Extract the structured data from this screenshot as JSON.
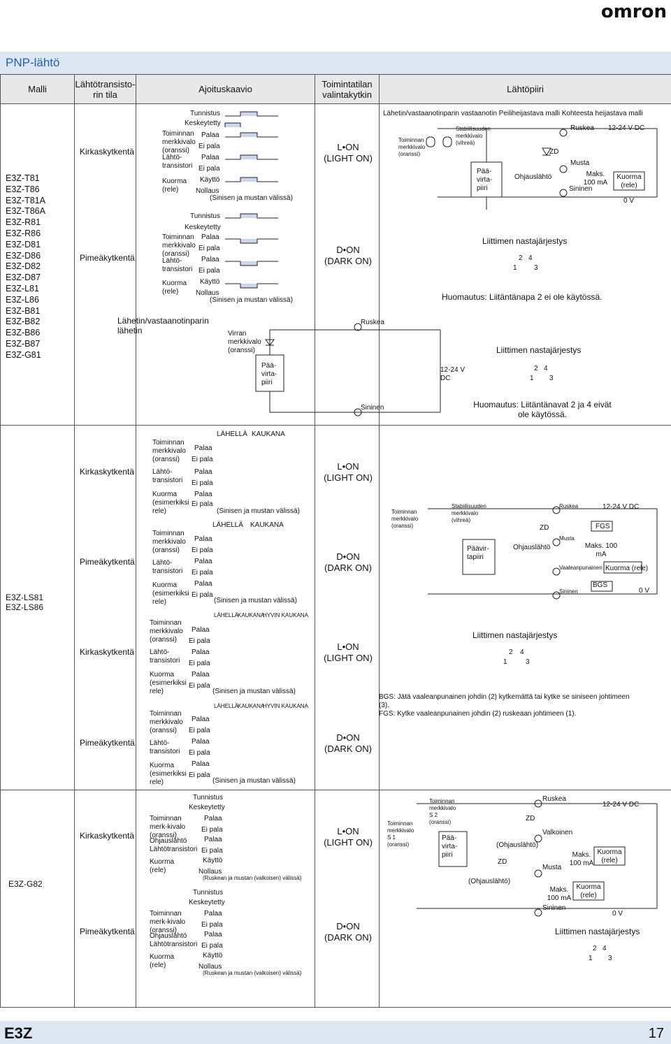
{
  "brand": "omron",
  "section_title": "PNP-lähtö",
  "headers": [
    "Malli",
    "Lähtötransisto-rin tila",
    "Ajoituskaavio",
    "Toimintatilan valintakytkin",
    "Lähtöpiiri"
  ],
  "groups": [
    {
      "models": "E3Z-T81\nE3Z-T86\nE3Z-T81A\nE3Z-T86A\nE3Z-R81\nE3Z-R86\nE3Z-D81\nE3Z-D86\nE3Z-D82\nE3Z-D87\nE3Z-L81\nE3Z-L86\nE3Z-B81\nE3Z-B82\nE3Z-B86\nE3Z-B87\nE3Z-G81",
      "modes": [
        "Kirkaskytkentä",
        "Pimeäkytkentä"
      ],
      "switch": [
        "L•ON\n(LIGHT ON)",
        "D•ON\n(DARK ON)"
      ],
      "timing_labels": [
        "Tunnistus",
        "Keskeytetty",
        "Toiminnan merkkivalo (oranssi)",
        "Palaa",
        "Ei pala",
        "Lähtö-transistori",
        "Palaa",
        "Ei pala",
        "Kuorma (rele)",
        "Käyttö",
        "Nollaus",
        "(Sinisen ja mustan välissä)"
      ],
      "emitter_title": "Lähetin/vastaanotinparin lähetin",
      "emitter_labels": [
        "Virran merkkivalo (oranssi)",
        "Pää-virta-piiri",
        "Ruskea",
        "Sininen",
        "12-24 V DC"
      ],
      "circuit_heading": "Lähetin/vastaanotinparin vastaanotin Peiliheijastava malli Kohteesta heijastava malli",
      "circuit_labels": [
        "Toiminnan merkkivalo (oranssi)",
        "Stabiilisuuden merkkivalo (vihreä)",
        "Pää-virta-piiri",
        "Ohjauslähtö",
        "ZD",
        "Ruskea",
        "Musta",
        "Sininen",
        "Maks. 100 mA",
        "Kuorma (rele)",
        "12-24 V DC",
        "0 V"
      ],
      "connector_title_1": "Liittimen nastajärjestys",
      "note_1": "Huomautus: Liitäntänapa 2 ei ole käytössä.",
      "connector_title_2": "Liittimen nastajärjestys",
      "note_2": "Huomautus: Liitäntänavat 2 ja 4 eivät ole käytössä.",
      "pins": [
        "2",
        "4",
        "1",
        "3"
      ]
    },
    {
      "models": "E3Z-LS81\nE3Z-LS86",
      "modes": [
        "Kirkaskytkentä",
        "Pimeäkytkentä",
        "Kirkaskytkentä",
        "Pimeäkytkentä"
      ],
      "switch": [
        "L•ON\n(LIGHT ON)",
        "D•ON\n(DARK ON)",
        "L•ON\n(LIGHT ON)",
        "D•ON\n(DARK ON)"
      ],
      "timing_labels": [
        "LÄHELLÄ",
        "KAUKANA",
        "HYVIN KAUKANA",
        "Toiminnan merkkivalo (oranssi)",
        "Palaa",
        "Ei pala",
        "Lähtö-transistori",
        "Kuorma (esimerkiksi rele)",
        "(Sinisen ja mustan välissä)"
      ],
      "circuit_labels": [
        "Toiminnan merkkivalo (oranssi)",
        "Stabiilisuuden merkkivalo (vihreä)",
        "Päävir-tapiiri",
        "Ohjauslähtö",
        "ZD",
        "Ruskea",
        "Musta",
        "Vaaleanpunainen",
        "Sininen",
        "FGS",
        "BGS",
        "Maks. 100 mA",
        "Kuorma (rele)",
        "12-24 V DC",
        "0 V"
      ],
      "connector_title": "Liittimen nastajärjestys",
      "note": "BGS: Jätä vaaleanpunainen johdin (2) kytkemättä tai kytke se siniseen johtimeen (3).\nFGS: Kytke vaaleanpunainen johdin (2) ruskeaan johtimeen (1).",
      "pins": [
        "2",
        "4",
        "1",
        "3"
      ]
    },
    {
      "models": "E3Z-G82",
      "modes": [
        "Kirkaskytkentä",
        "Pimeäkytkentä"
      ],
      "switch": [
        "L•ON\n(LIGHT ON)",
        "D•ON\n(DARK ON)"
      ],
      "timing_labels": [
        "Tunnistus",
        "Keskeytetty",
        "Toiminnan merk-kivalo (oranssi)",
        "Palaa",
        "Ei pala",
        "Ohjauslähtö Lähtötransistori",
        "Kuorma (rele)",
        "Käyttö",
        "Nollaus",
        "(Ruskean ja mustan (valkoisen) välissä)"
      ],
      "circuit_labels": [
        "Toiminnan merkkivalo S 1 (oranssi)",
        "Toiminnan merkkivalo S 2 (oranssi)",
        "Pää-virta-piiri",
        "ZD",
        "(Ohjauslähtö)",
        "Ruskea",
        "Valkoinen",
        "Musta",
        "Sininen",
        "Maks. 100 mA",
        "Kuorma (rele)",
        "12-24 V DC",
        "0 V"
      ],
      "connector_title": "Liittimen nastajärjestys",
      "pins": [
        "2",
        "4",
        "1",
        "3"
      ]
    }
  ],
  "footer": {
    "series": "E3Z",
    "page": "17"
  }
}
